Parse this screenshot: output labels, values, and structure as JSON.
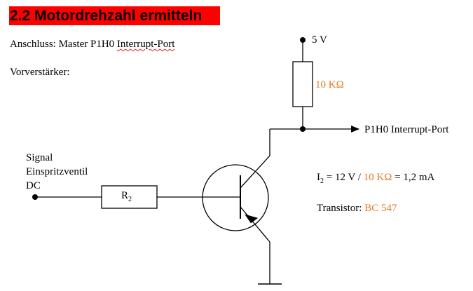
{
  "heading": "2.2 Motordrehzahl ermitteln",
  "connection": {
    "prefix": "Anschluss: Master P1H0 ",
    "port": "Interrupt-Port"
  },
  "preamp_label": "Vorverstärker:",
  "circuit": {
    "supply_label": "5 V",
    "pullup_resistor": "10 KΩ",
    "output_label": "P1H0 Interrupt-Port",
    "input_label": [
      "Signal",
      "Einspritzventil",
      "DC"
    ],
    "base_resistor": {
      "main": "R",
      "sub": "2"
    },
    "formula": {
      "lhs_main": "I",
      "lhs_sub": "2",
      "part1": " = 12 V / ",
      "resistor": "10 KΩ",
      "result": " = 1,2 mA"
    },
    "transistor": {
      "label": "Transistor: ",
      "type": "BC 547"
    }
  },
  "colors": {
    "heading_bg": "#ff0000",
    "accent": "#e87722"
  }
}
